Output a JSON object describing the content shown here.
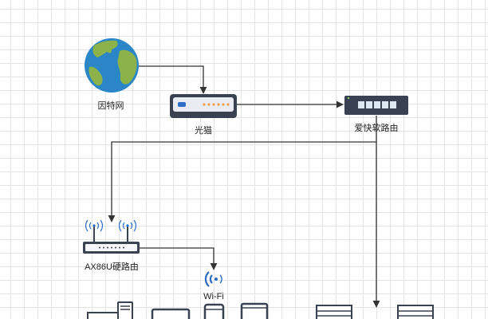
{
  "nodes": {
    "internet": {
      "label": "因特网",
      "icon": "globe-icon"
    },
    "modem": {
      "label": "光猫",
      "icon": "modem-icon"
    },
    "soft_router": {
      "label": "爱快软路由",
      "icon": "switch-icon"
    },
    "hard_router": {
      "label": "AX86U硬路由",
      "icon": "wifi-router-icon"
    },
    "wifi": {
      "label": "Wi-Fi",
      "icon": "wifi-signal-icon"
    },
    "devices": {
      "desktop": {
        "icon": "desktop-computer-icon"
      },
      "laptop": {
        "icon": "laptop-icon"
      },
      "phone": {
        "icon": "phone-icon"
      },
      "tablet": {
        "icon": "tablet-icon"
      },
      "server_left": {
        "icon": "server-icon"
      },
      "server_right": {
        "icon": "server-icon"
      }
    }
  },
  "colors": {
    "line": "#333333",
    "ocean": "#2b86c7",
    "land": "#8cb34a",
    "device_dark": "#3a4150",
    "port_light": "#dde7f2",
    "modem_light": "#f39c4a",
    "modem_blue": "#2d6ec9",
    "wifi_blue": "#2b6cc4"
  }
}
